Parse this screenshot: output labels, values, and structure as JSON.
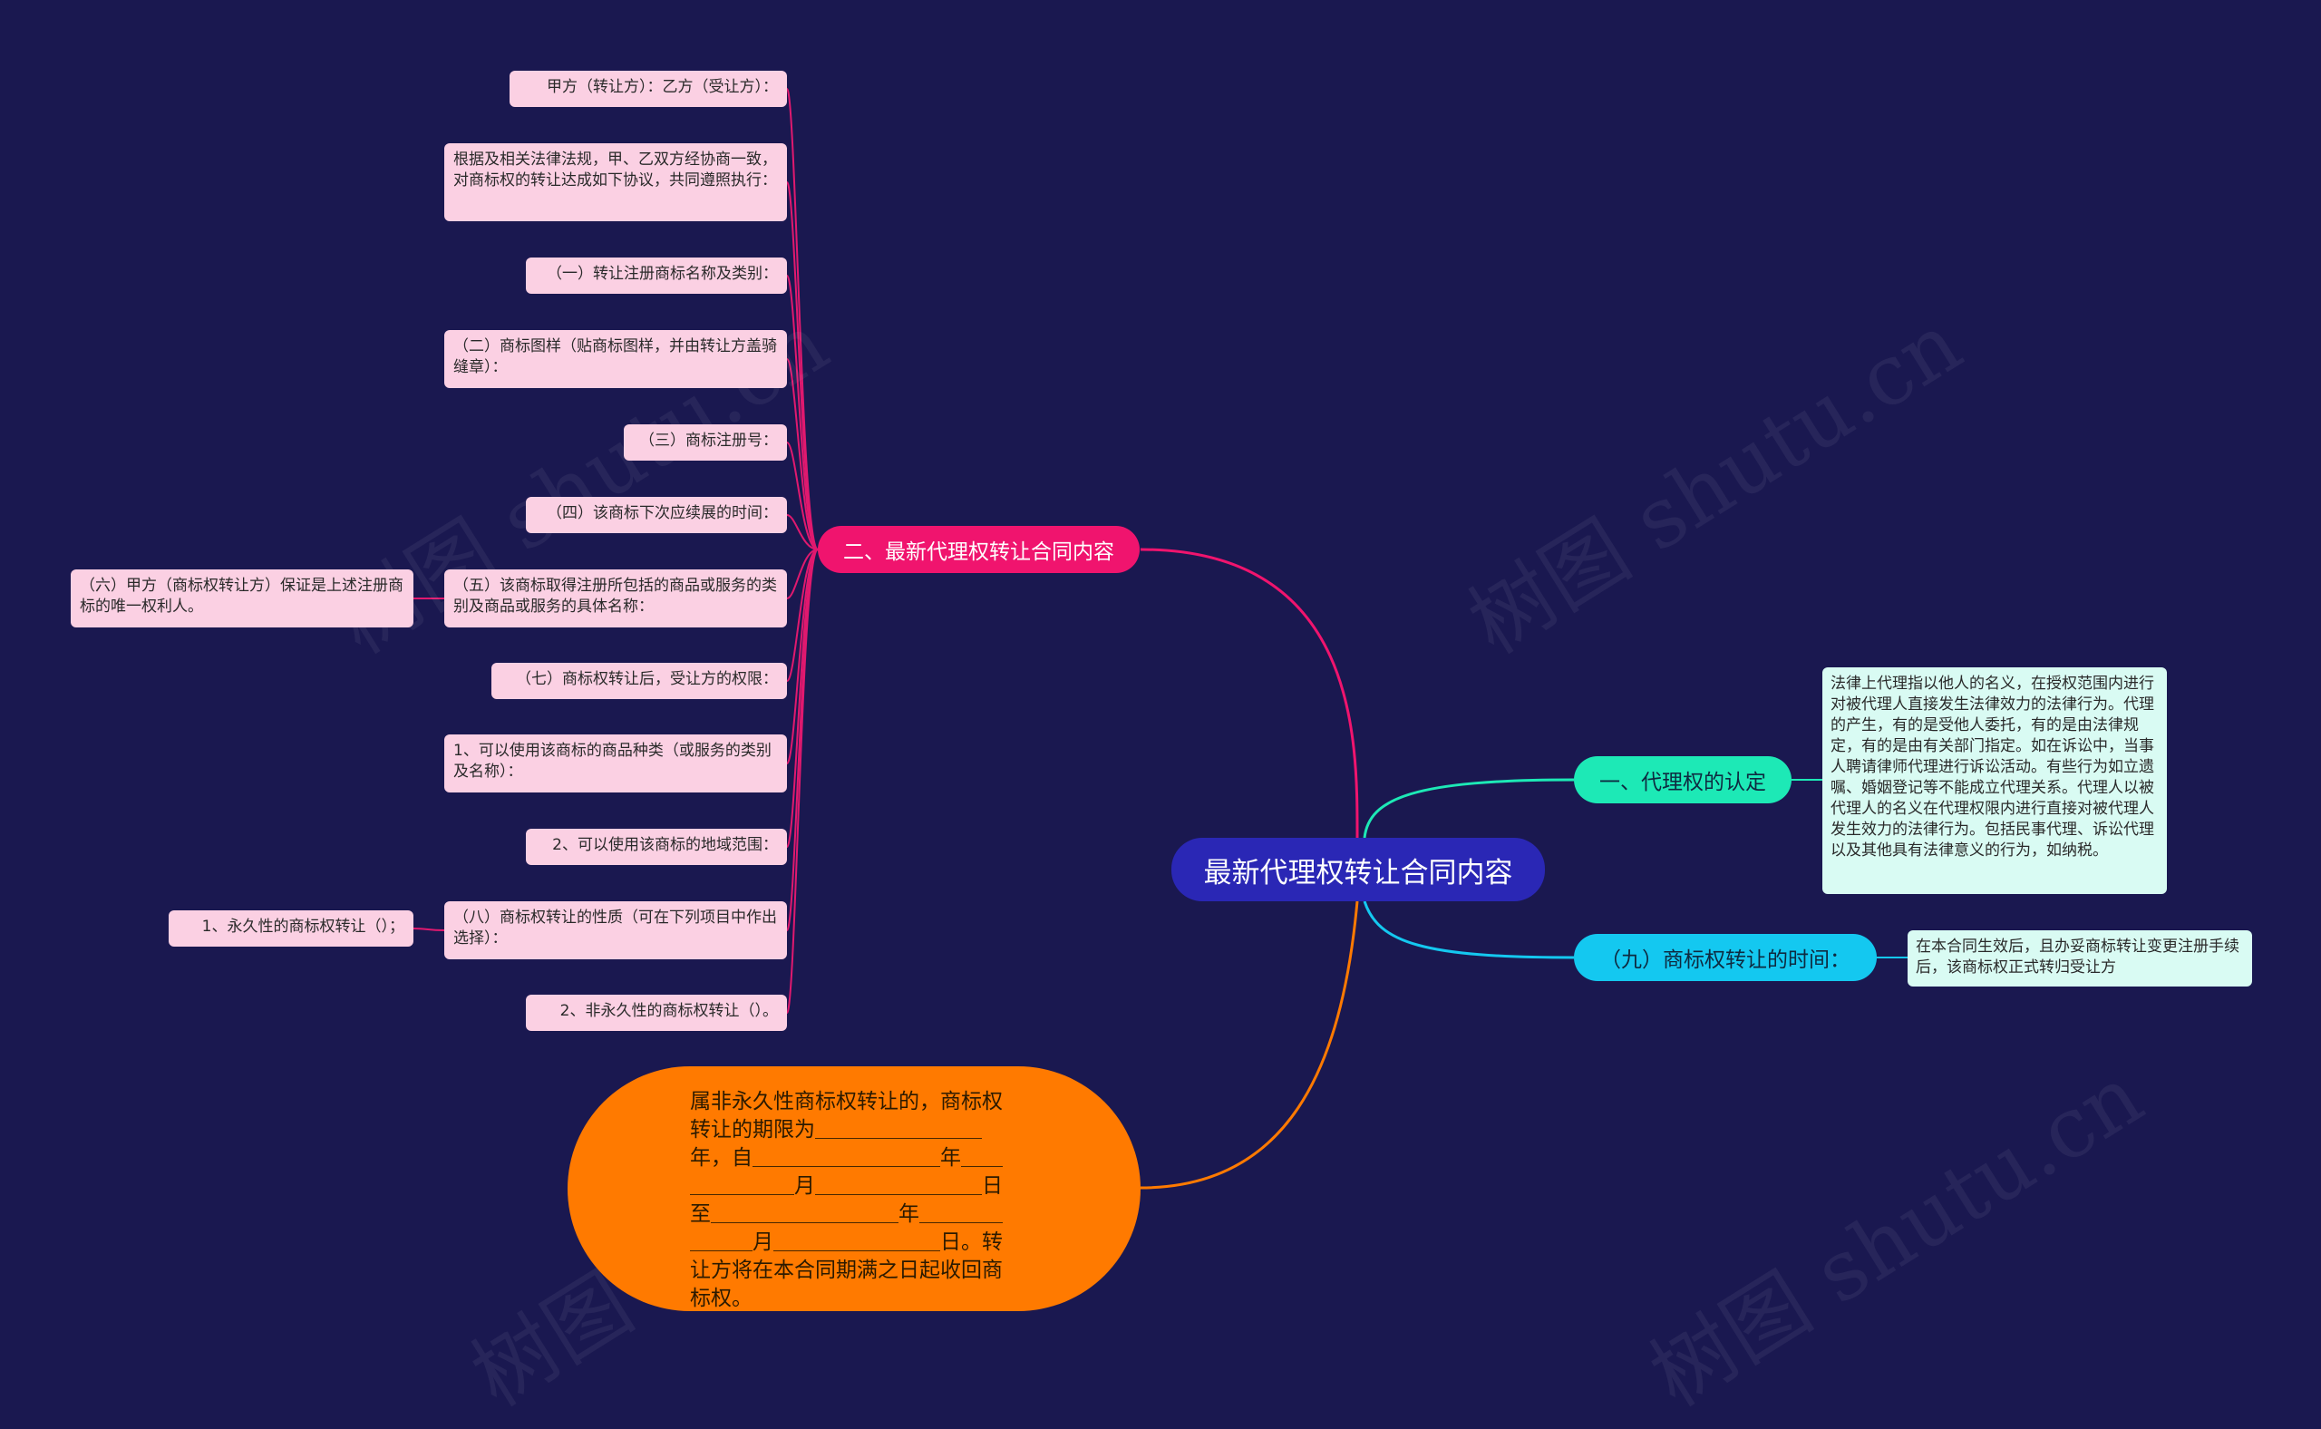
{
  "root": {
    "label": "最新代理权转让合同内容"
  },
  "branch_contract": {
    "label": "二、最新代理权转让合同内容",
    "items": [
      "甲方（转让方）：乙方（受让方）：",
      "根据及相关法律法规，甲、乙双方经协商一致，对商标权的转让达成如下协议，共同遵照执行：",
      "（一）转让注册商标名称及类别：",
      "（二）商标图样（贴商标图样，并由转让方盖骑缝章）：",
      "（三）商标注册号：",
      "（四）该商标下次应续展的时间：",
      "（五）该商标取得注册所包括的商品或服务的类别及商品或服务的具体名称：",
      "（七）商标权转让后，受让方的权限：",
      "1、可以使用该商标的商品种类（或服务的类别及名称）：",
      "2、可以使用该商标的地域范围：",
      "（八）商标权转让的性质（可在下列项目中作出选择）：",
      "2、非永久性的商标权转让（）。"
    ],
    "sub_item5": "（六）甲方（商标权转让方）保证是上述注册商标的唯一权利人。",
    "sub_item8": "1、永久性的商标权转让（）；"
  },
  "branch_agency": {
    "label": "一、代理权的认定",
    "detail": "法律上代理指以他人的名义，在授权范围内进行对被代理人直接发生法律效力的法律行为。代理的产生，有的是受他人委托，有的是由法律规定，有的是由有关部门指定。如在诉讼中，当事人聘请律师代理进行诉讼活动。有些行为如立遗嘱、婚姻登记等不能成立代理关系。代理人以被代理人的名义在代理权限内进行直接对被代理人发生效力的法律行为。包括民事代理、诉讼代理以及其他具有法律意义的行为，如纳税。"
  },
  "branch_time": {
    "label": "（九）商标权转让的时间：",
    "detail": "在本合同生效后，且办妥商标转让变更注册手续后，该商标权正式转归受让方"
  },
  "branch_term": {
    "text": "属非永久性商标权转让的，商标权转让的期限为＿＿＿＿＿＿＿＿年，自＿＿＿＿＿＿＿＿＿年＿＿＿＿＿＿＿月＿＿＿＿＿＿＿＿日至＿＿＿＿＿＿＿＿＿年＿＿＿＿＿＿＿月＿＿＿＿＿＿＿＿日。转让方将在本合同期满之日起收回商标权。"
  },
  "watermark": "树图 shutu.cn",
  "colors": {
    "background": "#1a1850",
    "root": "#2a27b5",
    "contract_branch": "#f0146e",
    "contract_link": "#e0196f",
    "agency_branch": "#1de9b6",
    "time_branch": "#14c8f0",
    "term_branch": "#ff7a00",
    "leaf": "#fbd0e3",
    "info": "#d9fbf3"
  }
}
